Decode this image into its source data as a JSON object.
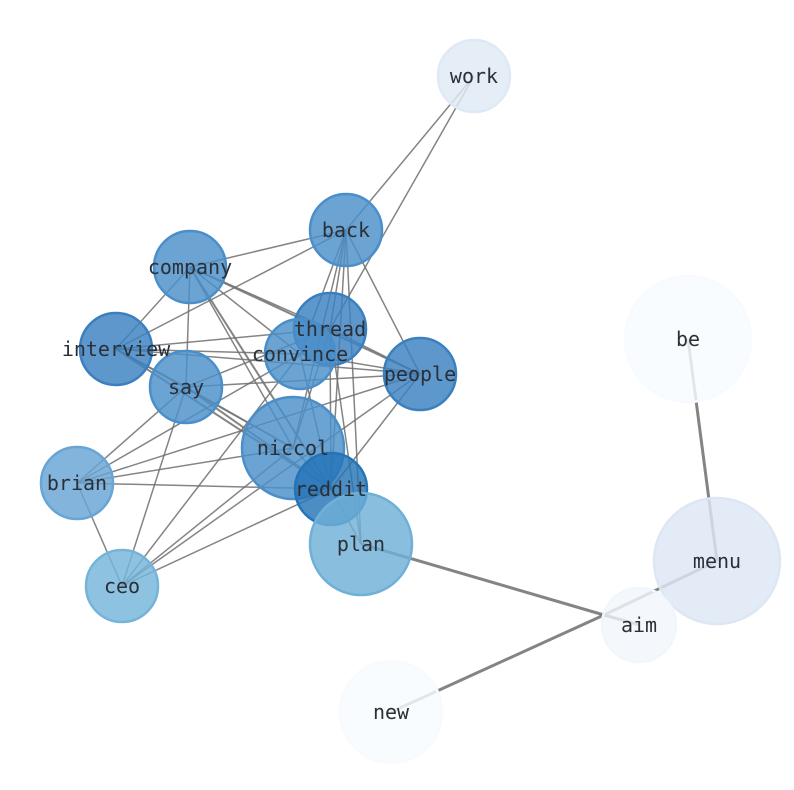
{
  "title": "word co-occurrence network",
  "nodes": [
    {
      "id": "work",
      "fill": "#dfe9f5"
    },
    {
      "id": "back",
      "fill": "#4a8fc9"
    },
    {
      "id": "company",
      "fill": "#4a8fc9"
    },
    {
      "id": "thread",
      "fill": "#3a80bf"
    },
    {
      "id": "interview",
      "fill": "#3a80bf"
    },
    {
      "id": "convince",
      "fill": "#4a8fc9"
    },
    {
      "id": "say",
      "fill": "#4a8fc9"
    },
    {
      "id": "people",
      "fill": "#3a80bf"
    },
    {
      "id": "niccol",
      "fill": "#4a8fc9"
    },
    {
      "id": "brian",
      "fill": "#68a5d4"
    },
    {
      "id": "reddit",
      "fill": "#2474b7"
    },
    {
      "id": "plan",
      "fill": "#6fb0d8"
    },
    {
      "id": "ceo",
      "fill": "#75b4da"
    },
    {
      "id": "be",
      "fill": "#f7fbff"
    },
    {
      "id": "menu",
      "fill": "#dde7f4"
    },
    {
      "id": "aim",
      "fill": "#f1f6fd"
    },
    {
      "id": "new",
      "fill": "#f7fbff"
    }
  ],
  "edges": [
    [
      "work",
      "back",
      1
    ],
    [
      "work",
      "thread",
      1
    ],
    [
      "back",
      "company",
      1
    ],
    [
      "back",
      "interview",
      1
    ],
    [
      "back",
      "thread",
      1
    ],
    [
      "back",
      "convince",
      1
    ],
    [
      "back",
      "niccol",
      1
    ],
    [
      "back",
      "reddit",
      1
    ],
    [
      "back",
      "plan",
      1
    ],
    [
      "back",
      "people",
      1
    ],
    [
      "company",
      "interview",
      1
    ],
    [
      "company",
      "say",
      1
    ],
    [
      "company",
      "thread",
      1
    ],
    [
      "company",
      "convince",
      1
    ],
    [
      "company",
      "people",
      2
    ],
    [
      "company",
      "niccol",
      1
    ],
    [
      "company",
      "reddit",
      2
    ],
    [
      "interview",
      "thread",
      1
    ],
    [
      "interview",
      "convince",
      1
    ],
    [
      "interview",
      "people",
      1
    ],
    [
      "interview",
      "say",
      1
    ],
    [
      "interview",
      "niccol",
      1
    ],
    [
      "interview",
      "reddit",
      2
    ],
    [
      "say",
      "people",
      1
    ],
    [
      "say",
      "thread",
      1
    ],
    [
      "say",
      "brian",
      1
    ],
    [
      "say",
      "ceo",
      1
    ],
    [
      "say",
      "reddit",
      2
    ],
    [
      "say",
      "niccol",
      1
    ],
    [
      "brian",
      "convince",
      1
    ],
    [
      "brian",
      "people",
      1
    ],
    [
      "brian",
      "niccol",
      1
    ],
    [
      "brian",
      "reddit",
      1
    ],
    [
      "brian",
      "ceo",
      1
    ],
    [
      "ceo",
      "convince",
      1
    ],
    [
      "ceo",
      "niccol",
      1
    ],
    [
      "ceo",
      "reddit",
      1
    ],
    [
      "ceo",
      "people",
      1
    ],
    [
      "thread",
      "people",
      1
    ],
    [
      "thread",
      "reddit",
      1
    ],
    [
      "thread",
      "niccol",
      1
    ],
    [
      "thread",
      "plan",
      1
    ],
    [
      "convince",
      "people",
      1
    ],
    [
      "convince",
      "reddit",
      1
    ],
    [
      "people",
      "reddit",
      1
    ],
    [
      "niccol",
      "reddit",
      1
    ],
    [
      "reddit",
      "plan",
      1
    ],
    [
      "plan",
      "aim",
      3
    ],
    [
      "new",
      "aim",
      3
    ],
    [
      "be",
      "menu",
      3
    ],
    [
      "menu",
      "aim",
      3
    ]
  ]
}
